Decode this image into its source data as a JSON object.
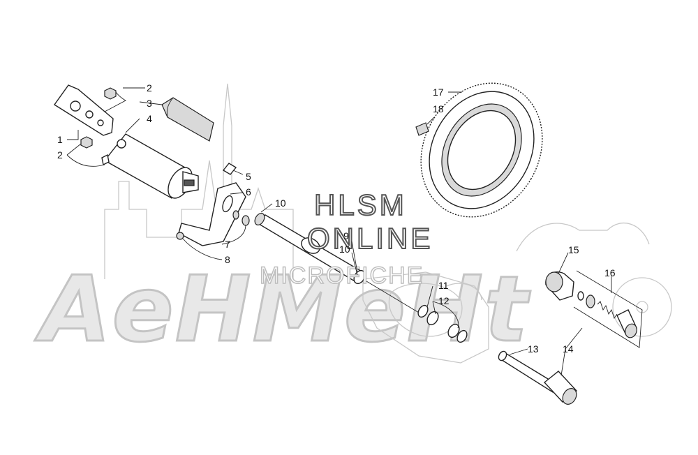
{
  "watermark": {
    "brand": "AeHMeHt",
    "line1": "HLSM",
    "line2": "ONLINE",
    "line3": "MICROFICHE"
  },
  "callouts": [
    "1",
    "2",
    "2",
    "3",
    "4",
    "5",
    "6",
    "7",
    "8",
    "9",
    "10",
    "10",
    "11",
    "12",
    "13",
    "14",
    "15",
    "16",
    "17",
    "18"
  ]
}
